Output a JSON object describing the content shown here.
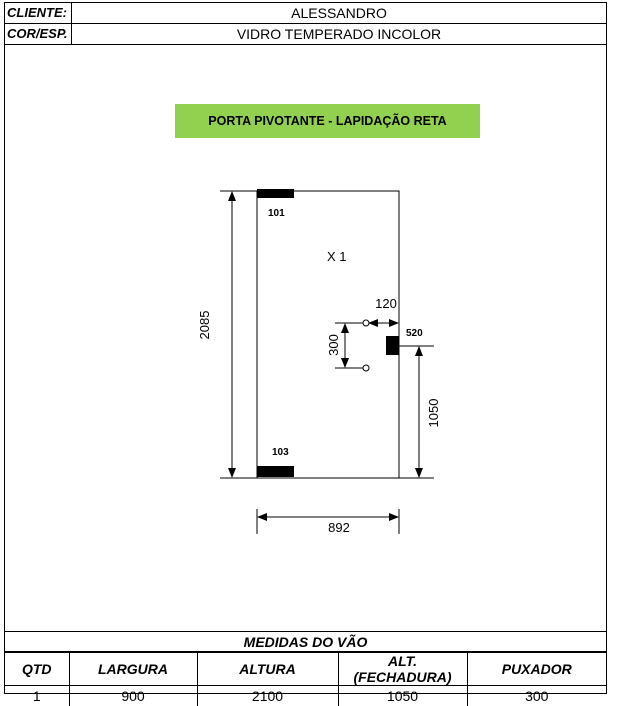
{
  "header": {
    "client_label": "CLIENTE:",
    "client_value": "ALESSANDRO",
    "color_label": "COR/ESP.",
    "color_value": "VIDRO TEMPERADO INCOLOR"
  },
  "title": "PORTA PIVOTANTE - LAPIDAÇÃO RETA",
  "drawing": {
    "quantity": "X  1",
    "height_dim": "2085",
    "width_dim": "892",
    "lock_height_dim": "1050",
    "handle_spacing_dim": "300",
    "handle_offset_dim": "120",
    "top_pivot_code": "101",
    "bottom_pivot_code": "103",
    "lock_code": "520"
  },
  "measures": {
    "title": "MEDIDAS DO VÃO",
    "headers": [
      "QTD",
      "LARGURA",
      "ALTURA",
      "ALT. (FECHADURA)",
      "PUXADOR"
    ],
    "values": [
      "1",
      "900",
      "2100",
      "1050",
      "300"
    ]
  },
  "colors": {
    "banner": "#92d050"
  }
}
